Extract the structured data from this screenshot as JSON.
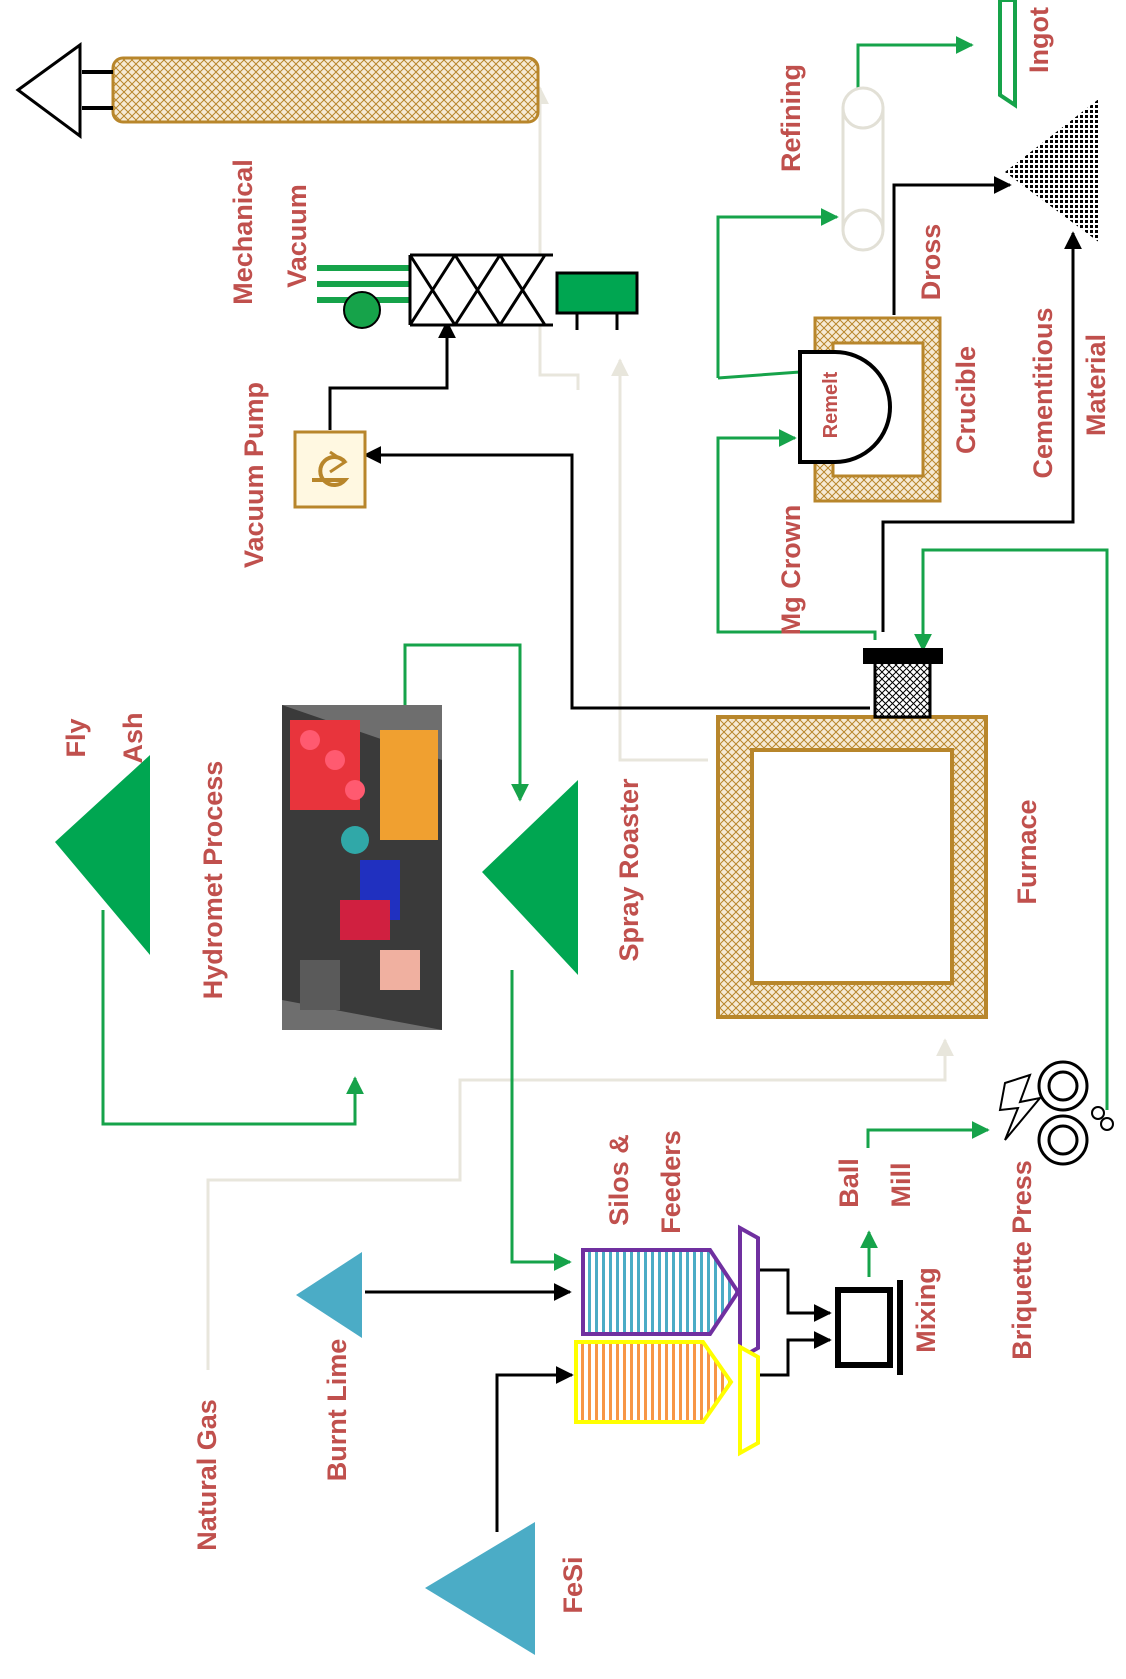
{
  "labels": {
    "fly": "Fly",
    "ash": "Ash",
    "hydromet_process": "Hydromet Process",
    "spray_roaster": "Spray Roaster",
    "furnace": "Furnace",
    "vacuum_pump": "Vacuum Pump",
    "mechanical": "Mechanical",
    "vacuum": "Vacuum",
    "refining": "Refining",
    "ingot": "Ingot",
    "dross": "Dross",
    "crucible": "Crucible",
    "remelt": "Remelt",
    "mg_crown": "Mg Crown",
    "cementitious": "Cementitious",
    "material": "Material",
    "briquette_press": "Briquette Press",
    "ball": "Ball",
    "mill": "Mill",
    "mixing": "Mixing",
    "silos": "Silos &",
    "feeders": "Feeders",
    "natural_gas": "Natural Gas",
    "burnt_lime": "Burnt Lime",
    "fesi": "FeSi"
  },
  "colors": {
    "label": "#c0504d",
    "flow_green": "#16a34a",
    "flow_black": "#000000",
    "flow_pale": "#e8e6dc",
    "refractory": "#b8862b",
    "stockpile_green": "#00a651",
    "stockpile_blue": "#4bacc6",
    "silo_purple": "#7030a0",
    "silo_yellow": "#ffff00"
  },
  "icons": [
    "fly-ash-stockpile-icon",
    "hydromet-photo",
    "spray-roaster-stockpile-icon",
    "furnace-icon",
    "vacuum-pump-icon",
    "mechanical-vacuum-icon",
    "condenser-icon",
    "refining-icon",
    "ingot-icon",
    "crucible-icon",
    "cementitious-material-pile-icon",
    "briquette-press-icon",
    "mixer-icon",
    "silo-purple-icon",
    "silo-yellow-icon",
    "burnt-lime-stockpile-icon",
    "fesi-stockpile-icon"
  ]
}
